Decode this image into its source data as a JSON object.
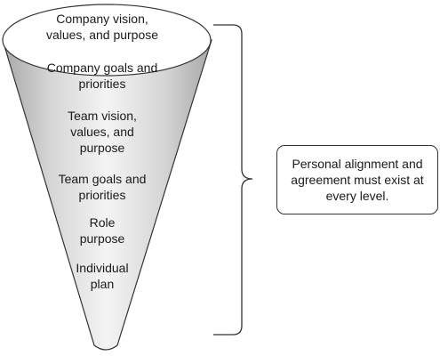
{
  "cone": {
    "levels": [
      {
        "id": "company-vision",
        "label": "Company vision,\nvalues, and purpose"
      },
      {
        "id": "company-goals",
        "label": "Company goals and\npriorities"
      },
      {
        "id": "team-vision",
        "label": "Team vision,\nvalues, and\npurpose"
      },
      {
        "id": "team-goals",
        "label": "Team goals and\npriorities"
      },
      {
        "id": "role-purpose",
        "label": "Role\npurpose"
      },
      {
        "id": "individual-plan",
        "label": "Individual\nplan"
      }
    ]
  },
  "callout": {
    "text": "Personal alignment and\nagreement must exist at\nevery level."
  },
  "colors": {
    "outline": "#333333",
    "cone_light": "#f4f4f4",
    "cone_mid": "#d9d9d9",
    "cone_dark": "#a8a8a8",
    "ellipse_fill": "#ffffff",
    "text": "#1a1a1a"
  }
}
